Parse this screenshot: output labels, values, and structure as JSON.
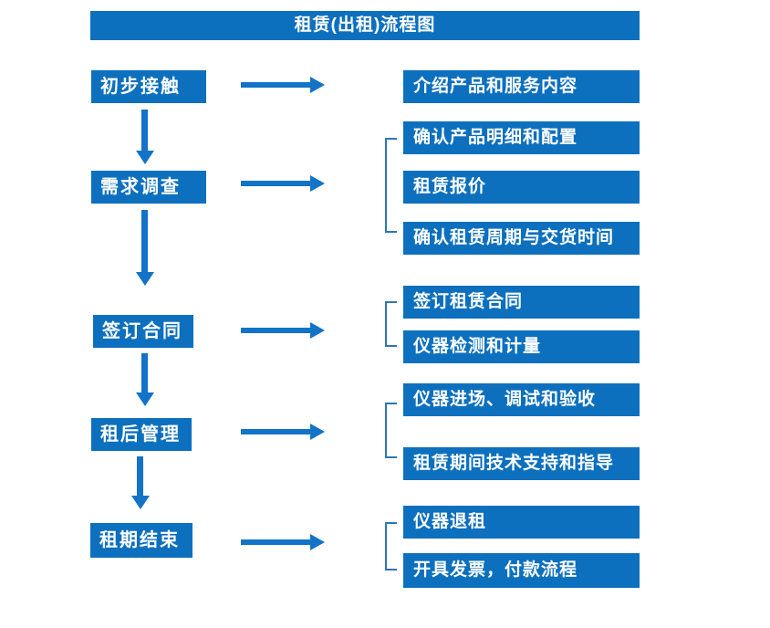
{
  "title": "租赁(出租)流程图",
  "colors": {
    "box_blue": "#0d70be",
    "arrow_blue": "#1273c7",
    "bracket_blue": "#2e75b6",
    "text_white": "#ffffff"
  },
  "stages": [
    {
      "label": "初步接触",
      "details": [
        "介绍产品和服务内容"
      ]
    },
    {
      "label": "需求调查",
      "details": [
        "确认产品明细和配置",
        "租赁报价",
        "确认租赁周期与交货时间"
      ]
    },
    {
      "label": "签订合同",
      "details": [
        "签订租赁合同",
        "仪器检测和计量"
      ]
    },
    {
      "label": "租后管理",
      "details": [
        "仪器进场、调试和验收",
        "租赁期间技术支持和指导"
      ]
    },
    {
      "label": "租期结束",
      "details": [
        "仪器退租",
        "开具发票，付款流程"
      ]
    }
  ]
}
